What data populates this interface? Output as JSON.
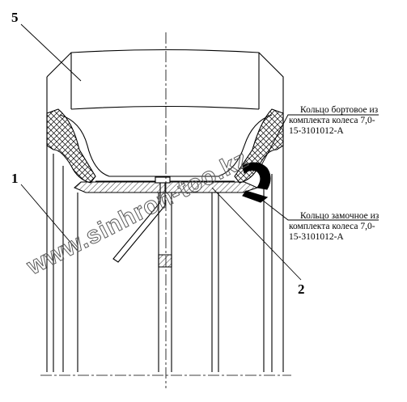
{
  "callouts": {
    "c5": "5",
    "c1": "1",
    "c2": "2"
  },
  "annotations": {
    "bead_ring": {
      "line1": "Кольцо бортовое из",
      "line2": "комплекта колеса 7,0-",
      "line3": "15-3101012-А"
    },
    "lock_ring": {
      "line1": "Кольцо замочное из",
      "line2": "комплекта колеса 7,0-",
      "line3": "15-3101012-А"
    }
  },
  "watermark": "www.sinhron-too.kz",
  "colors": {
    "ink": "#000000",
    "watermark": "#5a5a5a",
    "background": "#ffffff"
  }
}
